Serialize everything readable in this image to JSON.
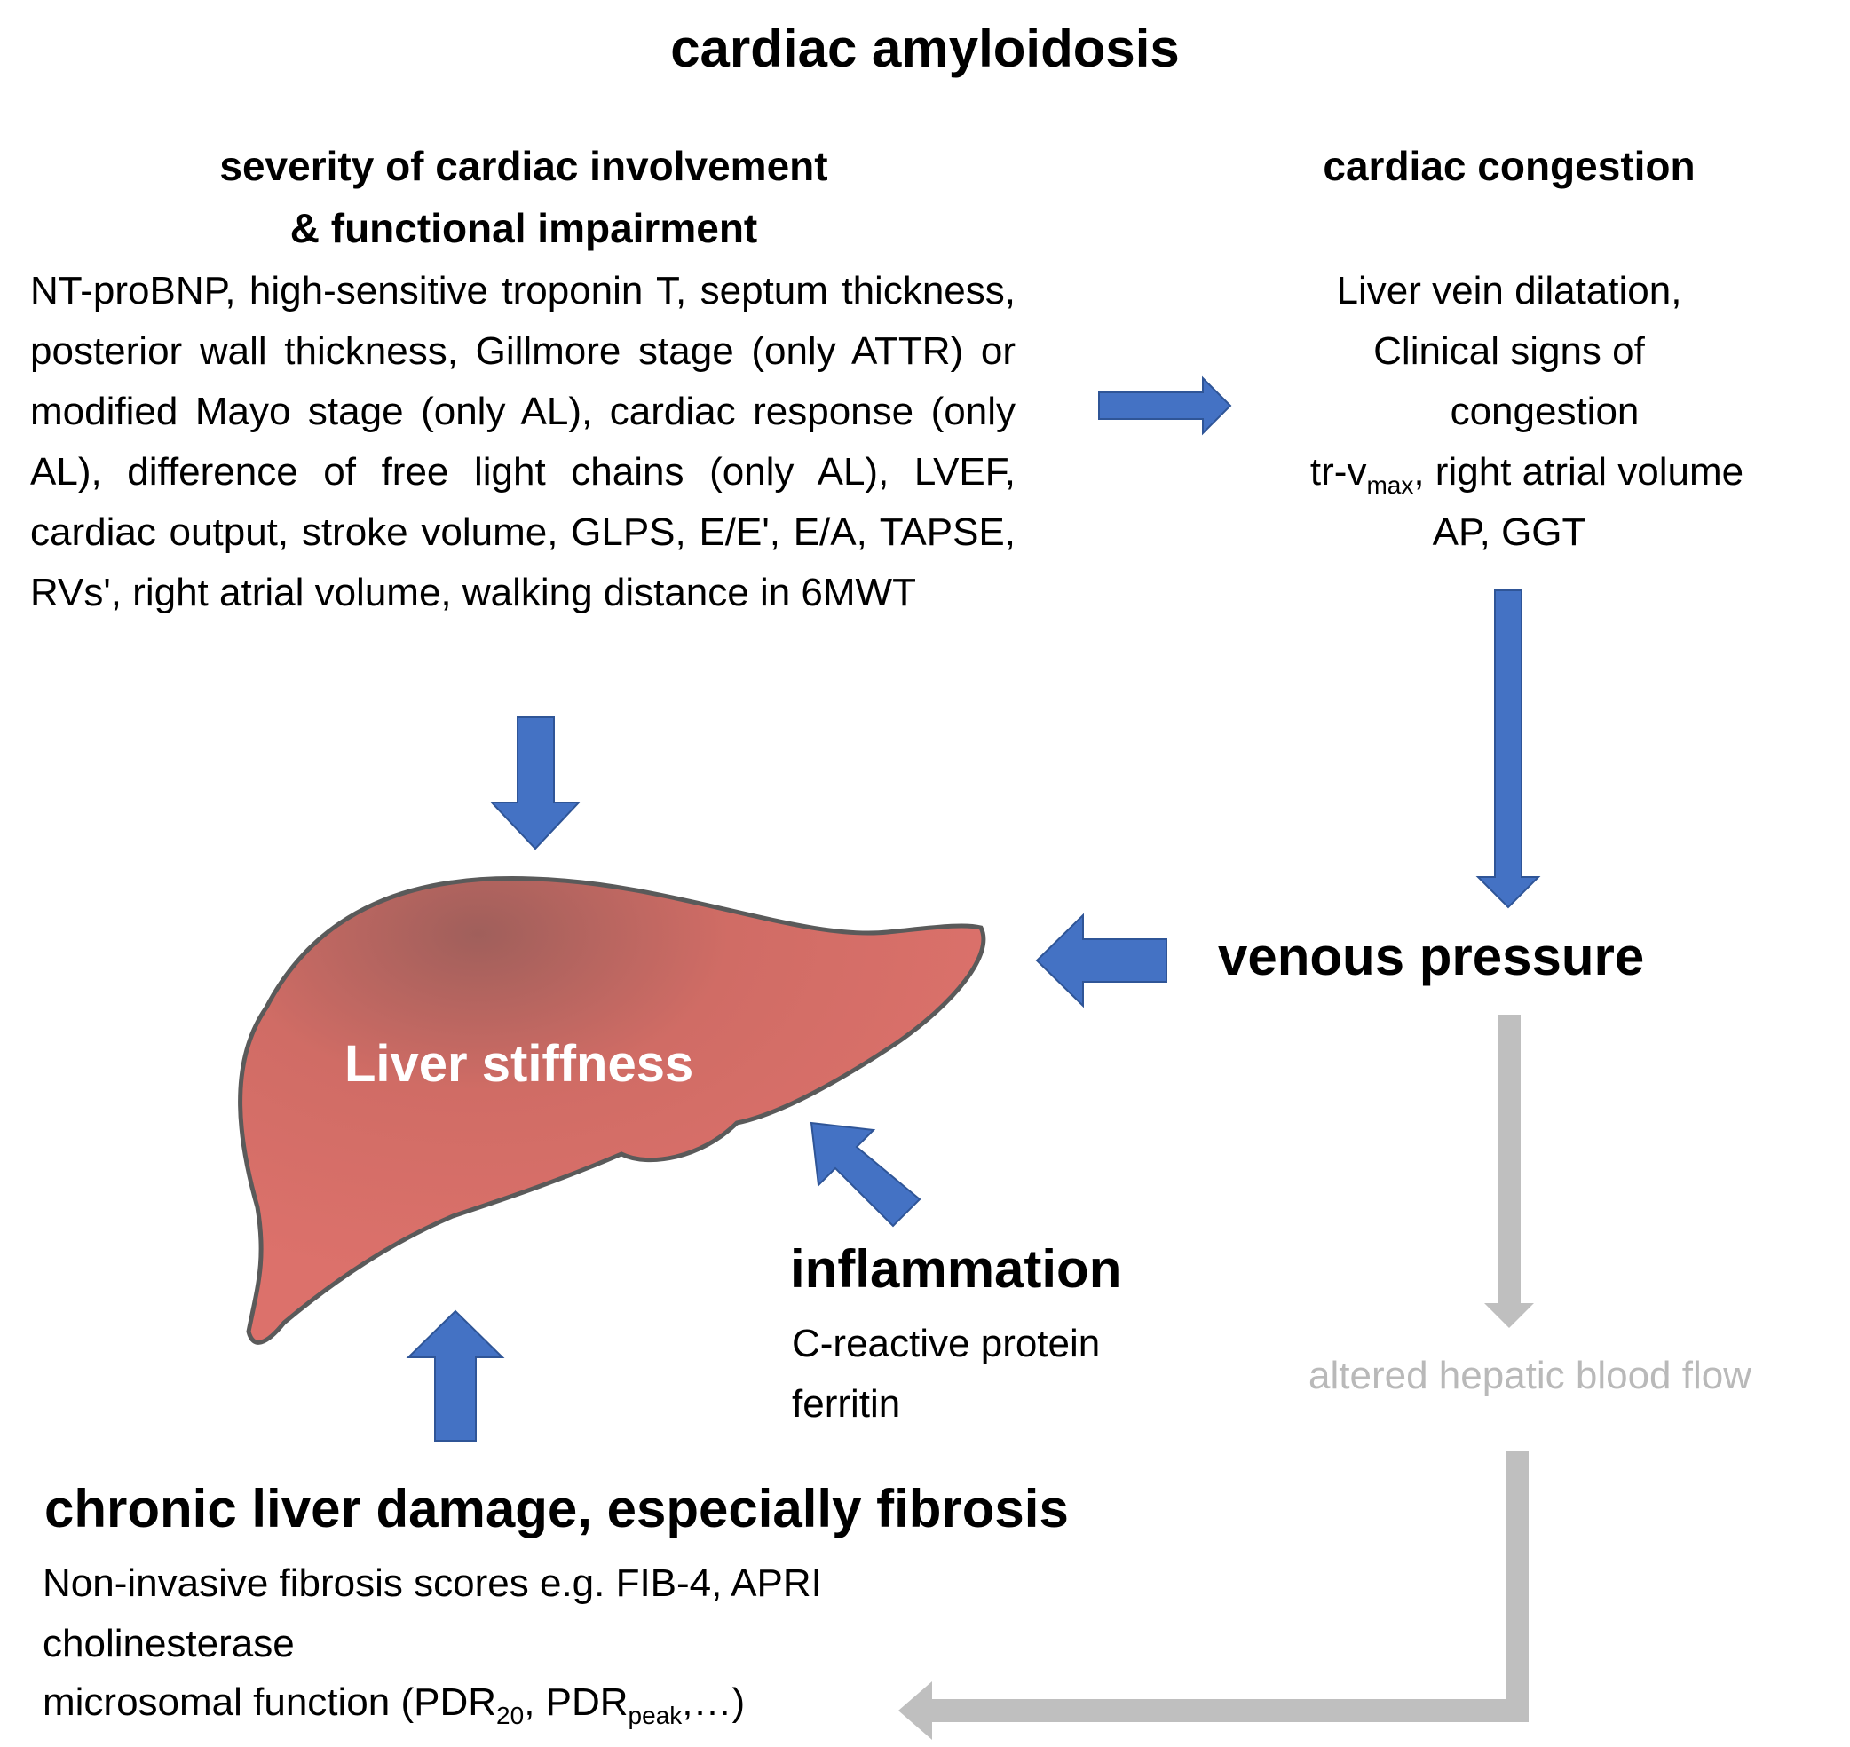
{
  "title": "cardiac amyloidosis",
  "severity": {
    "heading_line1": "severity of cardiac involvement",
    "heading_line2": "& functional impairment",
    "body": "NT-proBNP, high-sensitive troponin T, septum thickness, posterior wall thickness, Gillmore stage (only ATTR) or modified Mayo stage (only AL), cardiac response (only AL), difference of free light chains (only AL), LVEF, cardiac output, stroke volume, GLPS, E/E', E/A, TAPSE, RVs', right atrial volume, walking distance in 6MWT"
  },
  "congestion": {
    "heading": "cardiac congestion",
    "line1": "Liver vein dilatation,",
    "line2": "Clinical signs of",
    "line3": "congestion",
    "trv_prefix": "tr-v",
    "trv_sub": "max",
    "trv_suffix": ", right atrial volume",
    "line5": "AP, GGT"
  },
  "venous_pressure": "venous pressure",
  "altered_flow": "altered hepatic blood flow",
  "liver_label": "Liver stiffness",
  "inflammation": {
    "heading": "inflammation",
    "line1": "C-reactive protein",
    "line2": "ferritin"
  },
  "chronic": {
    "heading": "chronic liver damage, especially fibrosis",
    "line1": "Non-invasive fibrosis scores e.g. FIB-4, APRI",
    "line2": "cholinesterase",
    "line3_prefix": "microsomal function (PDR",
    "line3_sub1": "20",
    "line3_mid": ", PDR",
    "line3_sub2": "peak",
    "line3_suffix": ",…)"
  },
  "colors": {
    "arrow_blue": "#4472c4",
    "arrow_blue_edge": "#2f5597",
    "arrow_gray": "#bfbfbf",
    "liver_fill": "#d9706a",
    "liver_dark": "#a4605c",
    "liver_outline": "#5a5a5a"
  }
}
